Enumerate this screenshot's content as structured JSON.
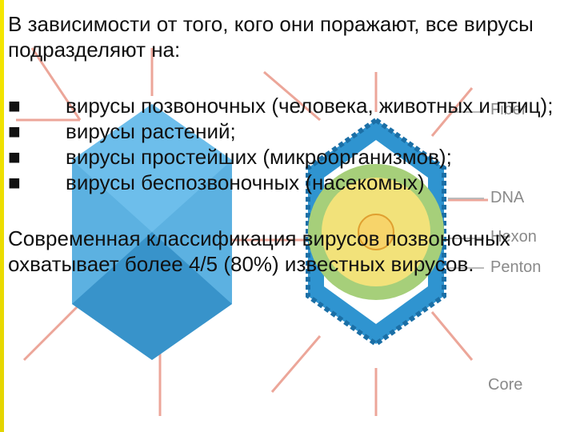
{
  "heading": "В зависимости от того, кого они поражают, все вирусы подразделяют на:",
  "bullet_symbol": "■",
  "list": [
    "вирусы позвоночных (человека, животных и птиц);",
    "вирусы растений;",
    "вирусы простейших (микроорганизмов);",
    "вирусы беспозвоночных (насекомых)"
  ],
  "footer": "Современная классификация вирусов позвоночных охватывает более 4/5 (80%) известных вирусов.",
  "diagram": {
    "labels": {
      "fiber": "Fiber",
      "dna": "DNA",
      "hexon": "Hexon",
      "penton": "Penton",
      "core": "Core"
    },
    "colors": {
      "capsid_blue": "#3fa6dc",
      "spike_red": "#e27a6a",
      "inner_yellow": "#f2e27a",
      "inner_green": "#a6cf7a",
      "side_bar": "#f5e700"
    }
  }
}
